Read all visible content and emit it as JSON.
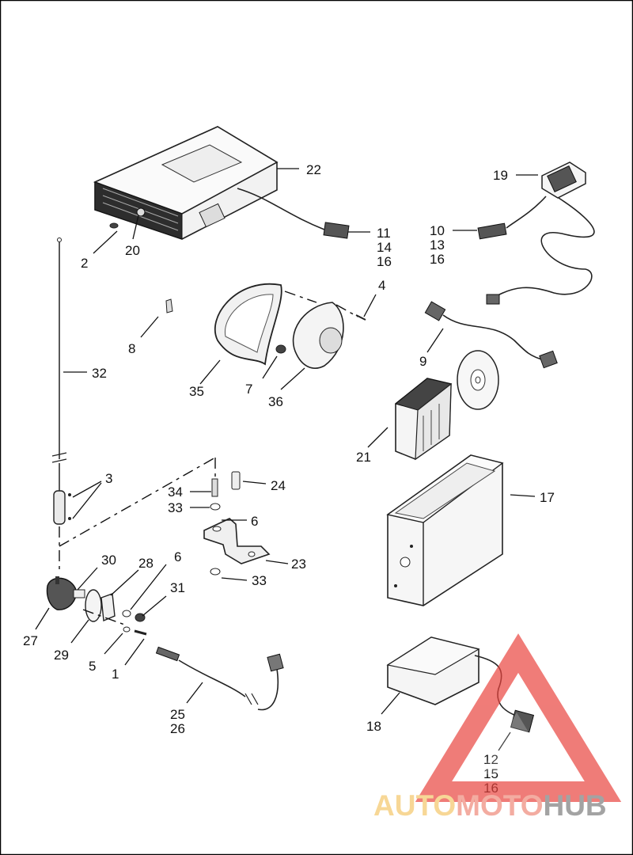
{
  "diagram": {
    "callouts": {
      "c1": "1",
      "c2": "2",
      "c3": "3",
      "c4": "4",
      "c5": "5",
      "c6a": "6",
      "c6b": "6",
      "c7": "7",
      "c8": "8",
      "c9": "9",
      "c10": "10",
      "c11": "11",
      "c12": "12",
      "c13": "13",
      "c14": "14",
      "c15": "15",
      "c16a": "16",
      "c16b": "16",
      "c16c": "16",
      "c17": "17",
      "c18": "18",
      "c19": "19",
      "c20": "20",
      "c21": "21",
      "c22": "22",
      "c23": "23",
      "c24": "24",
      "c25": "25",
      "c26": "26",
      "c27": "27",
      "c28": "28",
      "c29": "29",
      "c30": "30",
      "c31": "31",
      "c32": "32",
      "c33a": "33",
      "c33b": "33",
      "c34": "34",
      "c35": "35",
      "c36": "36"
    }
  },
  "watermark": {
    "part1": "AUTO",
    "part2": "MOTO",
    "part3": "HUB",
    "colors": {
      "auto": "#f5c76a",
      "moto": "#ef8a7a",
      "hub": "#7d7d7d",
      "triangle": "#e9453f"
    }
  }
}
